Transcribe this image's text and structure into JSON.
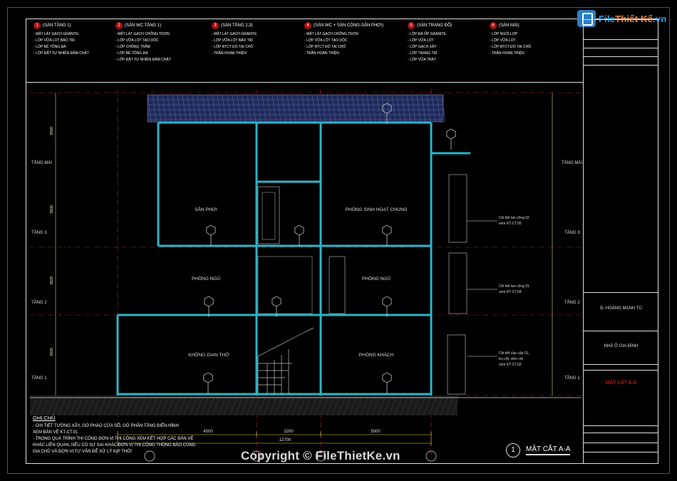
{
  "notes": [
    {
      "num": "1",
      "title": "(SÀN TẦNG 1)",
      "lines": [
        "MẶT LÁT GẠCH GRANITE",
        "LỚP VỮA LÓT BẢO TRÌ",
        "LỚP BÊ TÔNG ĐÁ",
        "LỚP ĐẤT TỰ NHIÊN ĐẦM CHẶT"
      ]
    },
    {
      "num": "2",
      "title": "(SÀN WC TẦNG 1)",
      "lines": [
        "MẶT LÁT GẠCH CHỐNG TRƠN",
        "LỚP VỮA LÓT TẠO DỐC",
        "LỚP CHỐNG THẤM",
        "LỚP BÊ TÔNG ĐÁ",
        "LỚP ĐẤT TỰ NHIÊN ĐẦM CHẶT"
      ]
    },
    {
      "num": "3",
      "title": "(SÀN TẦNG 2,3)",
      "lines": [
        "MẶT LÁT GẠCH GRANITE",
        "LỚP VỮA LÓT BẢO TRÌ",
        "LỚP BTCT ĐỔ TẠI CHỖ",
        "TRẦN HOÀN THIỆN"
      ]
    },
    {
      "num": "4",
      "title": "(SÀN WC + SÀN CÔNG-SÂN PHƠI)",
      "lines": [
        "MẶT LÁT GẠCH CHỐNG TRƠN",
        "LỚP VỮA LÓT TẠO DỐC",
        "LỚP BTCT ĐỔ TẠI CHỖ",
        "TRẦN HOÀN THIỆN"
      ]
    },
    {
      "num": "5",
      "title": "(SÀN TRANG ĐỔ)",
      "lines": [
        "LỚP ĐÁ ỐP GRANITE",
        "LỚP VỮA LÓT",
        "LỚP GẠCH XÂY",
        "LỚP TRANG TRÍ",
        "LỚP VỮA TRÁT"
      ]
    },
    {
      "num": "6",
      "title": "(SÀN MÁI)",
      "lines": [
        "LỚP NGÓI LỢP",
        "LỚP VỮA LÓT",
        "LỚP BTCT ĐỔ TẠI CHỖ",
        "TRẦN HOÀN THIỆN"
      ]
    }
  ],
  "logo": {
    "part1": "File",
    "part2": "Thiết Kế",
    "part3": ".vn"
  },
  "title_block": {
    "person": "Đ. HOÀNG MẠNH TÚ",
    "project": "NHÀ Ở GIA ĐÌNH",
    "drawing": "MẶT CẮT A-A"
  },
  "rooms": {
    "san_phoi": "SÂN PHƠI",
    "phong_sinh_hoat": "PHÒNG SINH HOẠT CHUNG",
    "phong_ngu_1": "PHÒNG NGỦ",
    "phong_ngu_2": "PHÒNG NGỦ",
    "khong_gian_tho": "KHÔNG GIAN THỜ",
    "phong_khach": "PHÒNG KHÁCH"
  },
  "levels": {
    "mai": "TẦNG MÁI",
    "t3": "TẦNG 3",
    "t2": "TẦNG 2",
    "t1": "TẦNG 1"
  },
  "dims": {
    "d1": "4500",
    "d2": "3200",
    "d3": "5000",
    "total": "12700",
    "h1": "3900",
    "h2": "3600",
    "h3": "3600",
    "h4": "3900"
  },
  "callouts": {
    "c1a": "Chi tiết lan công 02",
    "c1b": "xem KT-CT.05",
    "c2a": "Chi tiết lan công 01",
    "c2b": "xem KT-CT.04",
    "c3a": "Chi tiết cầu cấp 01,",
    "c3b": "trụ cột, viền cột",
    "c3c": "xem KT-CT.02"
  },
  "ghi_chu": {
    "title": "GHI CHÚ",
    "line1": "- CHI TIẾT TƯỜNG XÂY, GỜ PHÀO CỬA SỔ, GỜ PHÂN TẦNG ĐIỂN HÌNH",
    "line2": "XEM BẢN VẼ KT-CT.01",
    "line3": "- TRONG QUÁ TRÌNH THI CÔNG ĐƠN VỊ THI CÔNG XEM KẾT HỢP CÁC BẢN VẼ",
    "line4": "KHÁC LIÊN QUAN, NẾU CÓ SỰ SAI KHÁC ĐƠN VỊ THI CÔNG THÔNG BÁO CÙNG",
    "line5": "GIA CHỦ VÀ ĐƠN VỊ TƯ VẤN ĐỂ XỬ LÝ KỊP THỜI"
  },
  "section": {
    "num": "1",
    "label": "MẶT CẮT A-A"
  },
  "copyright": "Copyright © FileThietKe.vn",
  "colors": {
    "wall": "#2bb5c8",
    "red": "#d22",
    "yellow": "#e8d24a",
    "line": "#dddddd"
  }
}
